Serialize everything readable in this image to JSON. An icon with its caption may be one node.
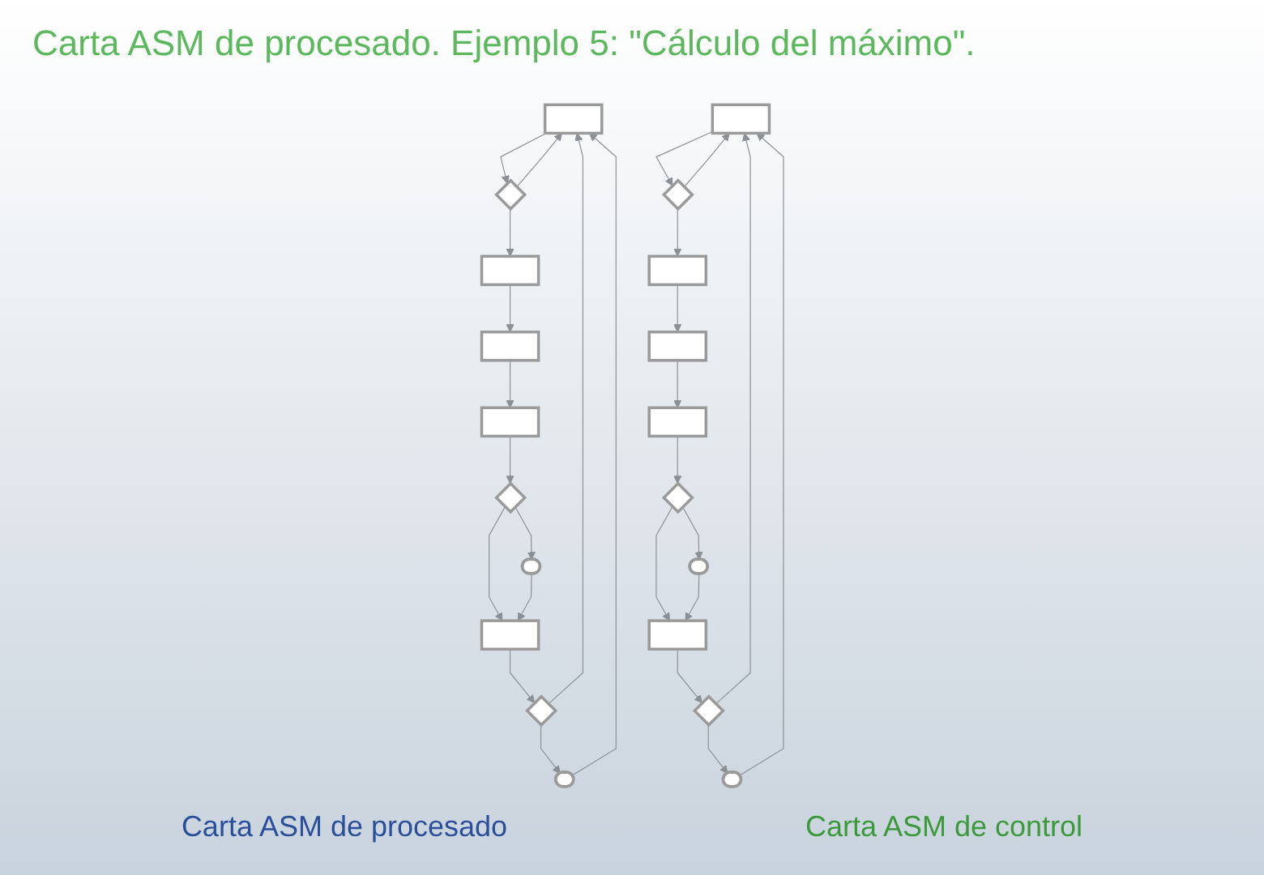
{
  "diagram": {
    "title": "Carta ASM de procesado. Ejemplo 5: \"Cálculo del máximo\".",
    "nodes": [
      {
        "text": [],
        "shape": "box"
      },
      {
        "text": [],
        "shape": "diamond"
      },
      {
        "text": [],
        "shape": "box"
      },
      {
        "text": [],
        "shape": "box"
      },
      {
        "text": [],
        "shape": "box"
      },
      {
        "text": [],
        "shape": "diamond"
      },
      {
        "text": [],
        "shape": "ellipse"
      },
      {
        "text": [],
        "shape": "box"
      },
      {
        "text": [],
        "shape": "diamond"
      },
      {
        "text": [],
        "shape": "ellipse"
      },
      {
        "text": [],
        "shape": "box"
      },
      {
        "text": [],
        "shape": "diamond"
      },
      {
        "text": [],
        "shape": "box"
      },
      {
        "text": [],
        "shape": "box"
      },
      {
        "text": [],
        "shape": "box"
      },
      {
        "text": [],
        "shape": "diamond"
      },
      {
        "text": [],
        "shape": "ellipse"
      },
      {
        "text": [],
        "shape": "box"
      },
      {
        "text": [],
        "shape": "diamond"
      },
      {
        "text": [],
        "shape": "ellipse"
      }
    ],
    "edges": [
      {
        "from": 0,
        "to": 1,
        "arrow": "to"
      },
      {
        "from": 1,
        "to": 2,
        "arrow": "to"
      },
      {
        "from": 1,
        "to": 0,
        "arrow": "to"
      },
      {
        "from": 2,
        "to": 3,
        "arrow": "to"
      },
      {
        "from": 3,
        "to": 4,
        "arrow": "to"
      },
      {
        "from": 4,
        "to": 5,
        "arrow": "to"
      },
      {
        "from": 5,
        "to": 6,
        "arrow": "to"
      },
      {
        "from": 5,
        "to": 7,
        "arrow": "to"
      },
      {
        "from": 6,
        "to": 7,
        "arrow": "to"
      },
      {
        "from": 7,
        "to": 8,
        "arrow": "to"
      },
      {
        "from": 8,
        "to": 9,
        "arrow": "to"
      },
      {
        "from": 8,
        "to": 0,
        "arrow": "to"
      },
      {
        "from": 9,
        "to": 0,
        "arrow": "to"
      },
      {
        "from": 10,
        "to": 11,
        "arrow": "to"
      },
      {
        "from": 11,
        "to": 12,
        "arrow": "to"
      },
      {
        "from": 11,
        "to": 10,
        "arrow": "to"
      },
      {
        "from": 12,
        "to": 13,
        "arrow": "to"
      },
      {
        "from": 13,
        "to": 14,
        "arrow": "to"
      },
      {
        "from": 14,
        "to": 15,
        "arrow": "to"
      },
      {
        "from": 15,
        "to": 16,
        "arrow": "to"
      },
      {
        "from": 15,
        "to": 17,
        "arrow": "to"
      },
      {
        "from": 16,
        "to": 17,
        "arrow": "to"
      },
      {
        "from": 17,
        "to": 18,
        "arrow": "to"
      },
      {
        "from": 18,
        "to": 19,
        "arrow": "to"
      },
      {
        "from": 18,
        "to": 10,
        "arrow": "to"
      },
      {
        "from": 19,
        "to": 10,
        "arrow": "to"
      }
    ],
    "labels": [
      "Carta ASM de procesado",
      "Carta ASM de control"
    ]
  }
}
